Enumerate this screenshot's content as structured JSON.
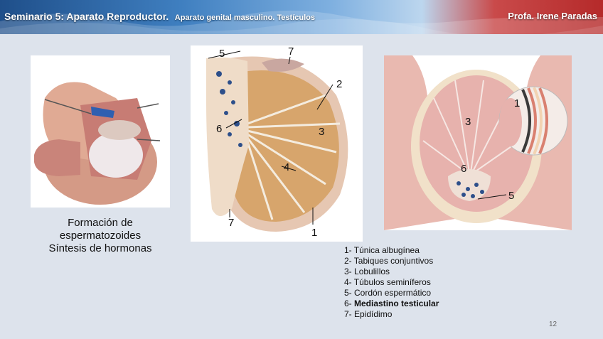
{
  "header": {
    "title_main": "Seminario 5: Aparato Reproductor.",
    "title_sub": "Aparato genital masculino. Testículos",
    "author": "Profa. Irene Paradas"
  },
  "caption": {
    "line1": "Formación de",
    "line2": "espermatozoides",
    "line3": "Síntesis de hormonas"
  },
  "figure_middle": {
    "labels": [
      "5",
      "7",
      "2",
      "6",
      "3",
      "4",
      "7",
      "1"
    ]
  },
  "figure_right": {
    "labels": [
      "1",
      "3",
      "6",
      "5"
    ]
  },
  "legend": {
    "items": [
      {
        "num": "1-",
        "text": "Túnica albugínea"
      },
      {
        "num": "2-",
        "text": "Tabiques conjuntivos"
      },
      {
        "num": "3-",
        "text": "Lobulillos"
      },
      {
        "num": "4-",
        "text": "Túbulos seminíferos"
      },
      {
        "num": "5-",
        "text": "Cordón espermático"
      },
      {
        "num": "6-",
        "text": "Mediastino testicular"
      },
      {
        "num": "7-",
        "text": "Epidídimo"
      }
    ]
  },
  "page_number": "12",
  "colors": {
    "background": "#dde3ec",
    "header_blue": "#1f4f8a",
    "header_red": "#b52a2a",
    "tissue_pink": "#e9b9b0",
    "tissue_tan": "#d9a86a"
  }
}
